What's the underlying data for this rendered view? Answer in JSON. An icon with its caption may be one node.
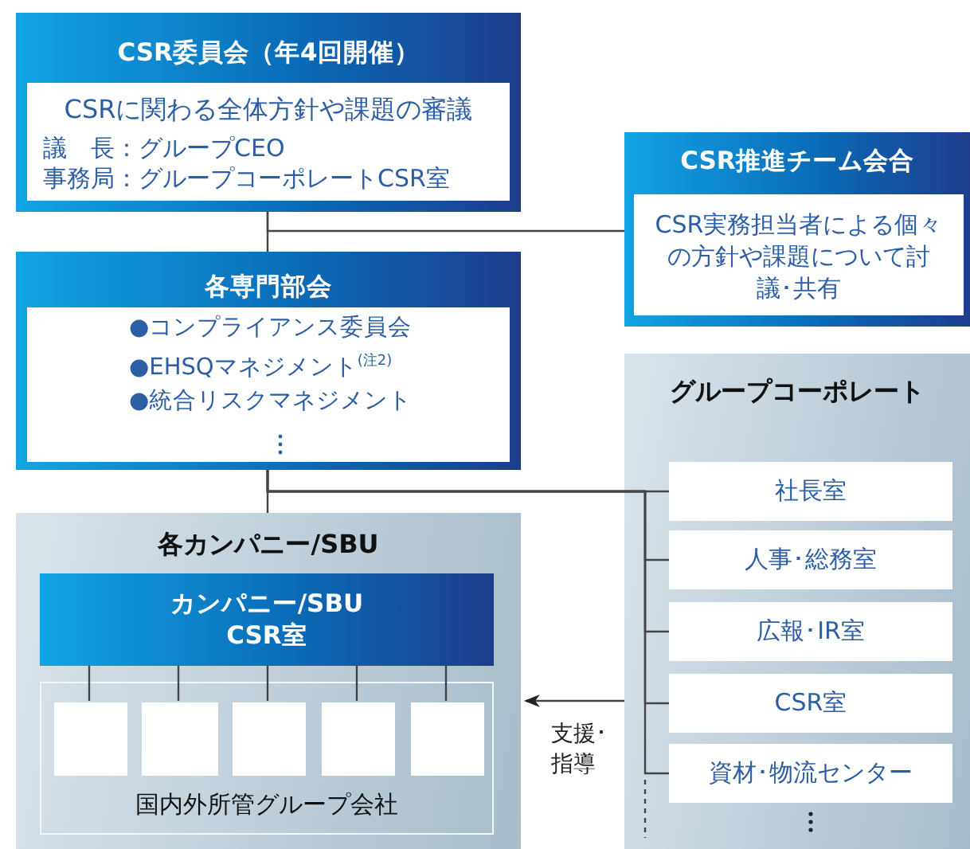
{
  "diagram": {
    "nodes": [
      {
        "text": [
          "CSR委員会（年4回開催）",
          "CSRに関わる全体方針や課題の審議",
          "議　長：グループCEO",
          "事務局：グループコーポレートCSR室"
        ]
      },
      {
        "text": [
          "CSR推進チーム会合",
          "CSR実務担当者による個々の方針や課題について討議･共有"
        ]
      },
      {
        "text": [
          "各専門部会",
          "●コンプライアンス委員会",
          "●EHSQマネジメント$^{(注2)}$",
          "●統合リスクマネジメント"
        ]
      },
      {
        "text": [
          "各カンパニー/SBU"
        ]
      },
      {
        "text": [
          "カンパニー/SBU CSR室"
        ],
        "in": 3
      },
      {
        "text": [
          "国内外所管グループ会社"
        ],
        "in": 3
      },
      {
        "text": [],
        "shape": "box",
        "in": 5
      },
      {
        "text": [],
        "shape": "box",
        "in": 5
      },
      {
        "text": [],
        "shape": "box",
        "in": 5
      },
      {
        "text": [],
        "shape": "box",
        "in": 5
      },
      {
        "text": [],
        "shape": "box",
        "in": 5
      },
      {
        "text": [
          "グループコーポレート"
        ]
      },
      {
        "text": [
          "社長室"
        ],
        "in": 11
      },
      {
        "text": [
          "人事･総務室"
        ],
        "in": 11
      },
      {
        "text": [
          "広報･IR室"
        ],
        "in": 11
      },
      {
        "text": [
          "CSR室"
        ],
        "in": 11
      },
      {
        "text": [
          "資材･物流センター"
        ],
        "in": 11
      }
    ],
    "edges": [
      {
        "from": 0,
        "to": 2,
        "arrow": "none"
      },
      {
        "from": 0,
        "to": 1,
        "arrow": "none"
      },
      {
        "from": 2,
        "to": 3,
        "arrow": "none"
      },
      {
        "from": 2,
        "to": 12,
        "arrow": "none"
      },
      {
        "from": 2,
        "to": 13,
        "arrow": "none"
      },
      {
        "from": 2,
        "to": 14,
        "arrow": "none"
      },
      {
        "from": 2,
        "to": 15,
        "arrow": "none"
      },
      {
        "from": 2,
        "to": 16,
        "arrow": "none"
      },
      {
        "from": 4,
        "to": 6,
        "arrow": "none"
      },
      {
        "from": 4,
        "to": 7,
        "arrow": "none"
      },
      {
        "from": 4,
        "to": 8,
        "arrow": "none"
      },
      {
        "from": 4,
        "to": 9,
        "arrow": "none"
      },
      {
        "from": 4,
        "to": 10,
        "arrow": "none"
      },
      {
        "from": 11,
        "to": 3,
        "arrow": "to",
        "label": "支援･指導"
      }
    ]
  }
}
